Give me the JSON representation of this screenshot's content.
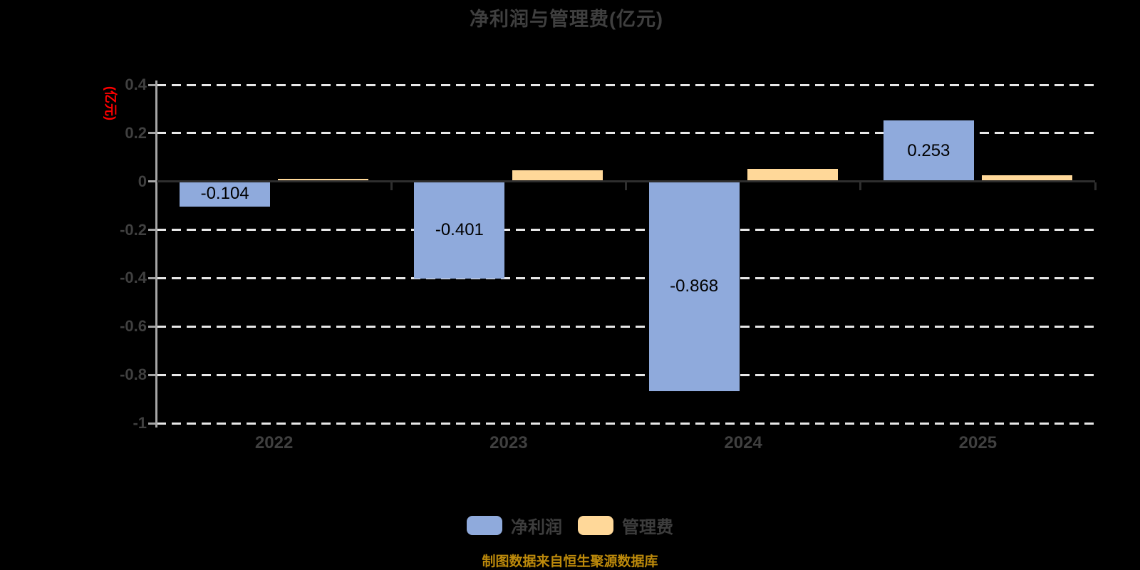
{
  "title": "净利润与管理费(亿元)",
  "y_unit_label": "(亿元)",
  "source_note": "制图数据来自恒生聚源数据库",
  "colors": {
    "background": "#000000",
    "net_profit_bar": "#8FAADC",
    "mgmt_fee_bar": "#FFD899",
    "axis_text": "#404040",
    "gridline": "#E8E8E8",
    "zero_axis": "#2E2E2E",
    "y_axis": "#A6A6A6",
    "unit_label": "#FF0000",
    "source_text": "#BD8A0B",
    "bar_label": "#000000",
    "title_text": "#3F3F3F"
  },
  "legend": [
    {
      "label": "净利润",
      "color": "#8FAADC"
    },
    {
      "label": "管理费",
      "color": "#FFD899"
    }
  ],
  "chart_data": {
    "type": "bar",
    "title": "净利润与管理费(亿元)",
    "categories": [
      "2022",
      "2023",
      "2024",
      "2025"
    ],
    "series": [
      {
        "name": "净利润",
        "color": "#8FAADC",
        "values": [
          -0.104,
          -0.401,
          -0.868,
          0.253
        ],
        "labels": [
          "-0.104",
          "-0.401",
          "-0.868",
          "0.253"
        ]
      },
      {
        "name": "管理费",
        "color": "#FFD899",
        "values": [
          0.01,
          0.045,
          0.052,
          0.026
        ],
        "labels": [
          null,
          null,
          null,
          null
        ]
      }
    ],
    "ylabel": "(亿元)",
    "ylim": [
      -1,
      0.4
    ],
    "yticks": [
      0.4,
      0.2,
      0,
      -0.2,
      -0.4,
      -0.6,
      -0.8,
      -1
    ],
    "ytick_labels": [
      "0.4",
      "0.2",
      "0",
      "-0.2",
      "-0.4",
      "-0.6",
      "-0.8",
      "-1"
    ],
    "grid": "dashed-horizontal",
    "legend_position": "bottom"
  }
}
